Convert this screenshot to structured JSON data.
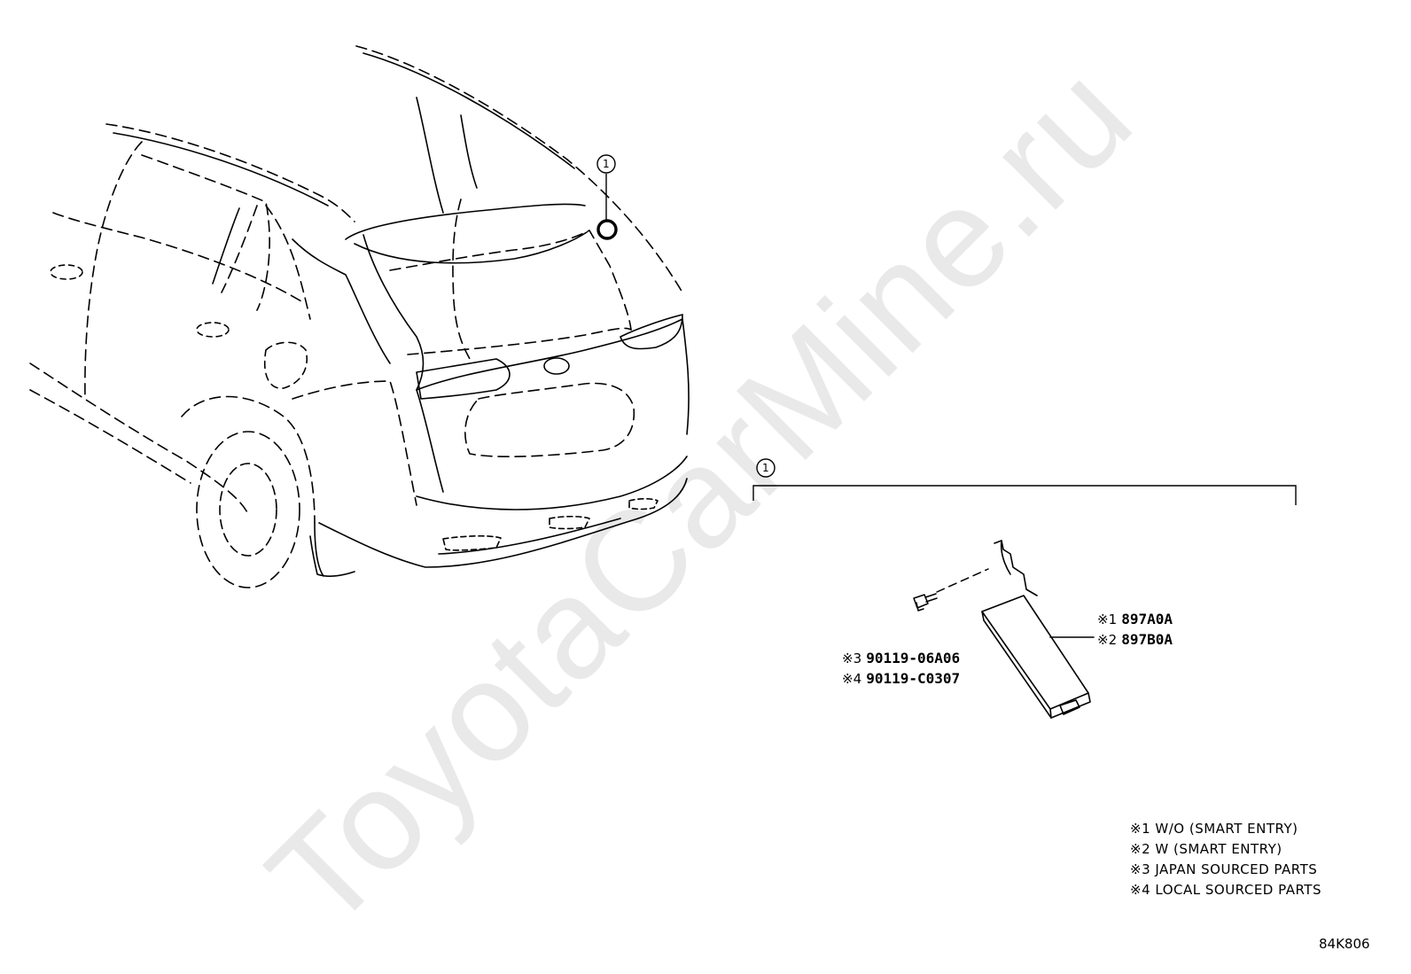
{
  "watermark": "ToyotaCarMine.ru",
  "callouts": {
    "vehicle_callout": "1",
    "group_callout": "1"
  },
  "parts": {
    "module": [
      {
        "ref": "※1",
        "number": "897A0A"
      },
      {
        "ref": "※2",
        "number": "897B0A"
      }
    ],
    "screw": [
      {
        "ref": "※3",
        "number": "90119-06A06"
      },
      {
        "ref": "※4",
        "number": "90119-C0307"
      }
    ]
  },
  "legend": [
    "※1 W/O (SMART ENTRY)",
    "※2 W (SMART ENTRY)",
    "※3 JAPAN SOURCED PARTS",
    "※4 LOCAL SOURCED PARTS"
  ],
  "diagram_code": "84K806"
}
